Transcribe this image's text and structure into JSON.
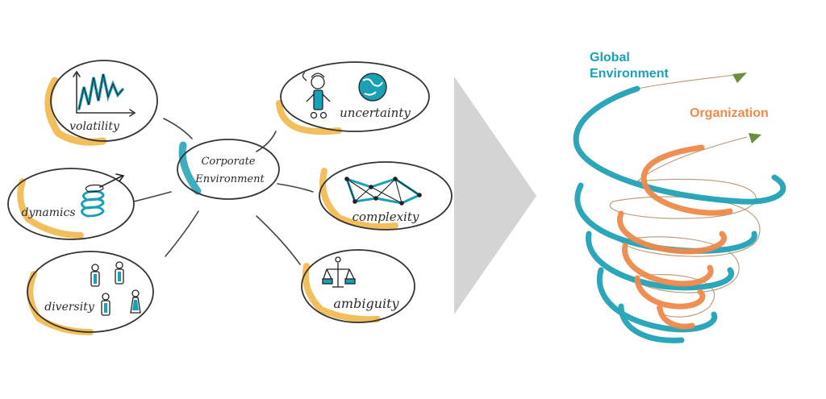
{
  "mindmap": {
    "center": {
      "line1": "Corporate",
      "line2": "Environment"
    },
    "nodes": [
      {
        "id": "volatility",
        "label": "volatility",
        "icon": "zigzag-chart-icon"
      },
      {
        "id": "dynamics",
        "label": "dynamics",
        "icon": "spiral-arrow-icon"
      },
      {
        "id": "diversity",
        "label": "diversity",
        "icon": "people-figures-icon"
      },
      {
        "id": "uncertainty",
        "label": "uncertainty",
        "icon": "confused-person-globe-icon"
      },
      {
        "id": "complexity",
        "label": "complexity",
        "icon": "network-graph-icon"
      },
      {
        "id": "ambiguity",
        "label": "ambiguity",
        "icon": "balance-scale-icon"
      }
    ]
  },
  "arrow": {
    "icon": "chevron-right-icon",
    "color": "#d4d4d4"
  },
  "spiral": {
    "global_label_line1": "Global",
    "global_label_line2": "Environment",
    "org_label": "Organization"
  },
  "colors": {
    "teal": "#1aa0b4",
    "orange": "#f08a4b",
    "ellipse_accent": "#f2b84b",
    "ink": "#2a2a2a"
  }
}
